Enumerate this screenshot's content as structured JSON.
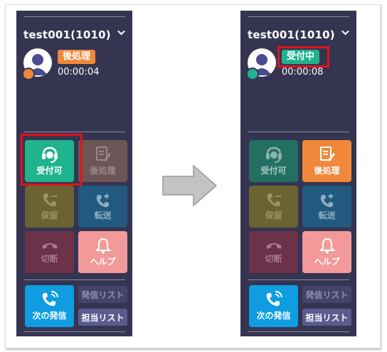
{
  "panels": [
    {
      "user": "test001(1010)",
      "status_label": "後処理",
      "status_color": "#f0873a",
      "dot_color": "#f0873a",
      "timer": "00:00:04",
      "buttons": {
        "accept": "受付可",
        "after_work": "後処理",
        "hold": "保留",
        "transfer": "転送",
        "hangup": "切断",
        "help": "ヘルプ",
        "next_call": "次の発信",
        "outgoing_list": "発信リスト",
        "assigned_list": "担当リスト"
      }
    },
    {
      "user": "test001(1010)",
      "status_label": "受付中",
      "status_color": "#1fb38e",
      "dot_color": "#1fb38e",
      "timer": "00:00:08",
      "buttons": {
        "accept": "受付可",
        "after_work": "後処理",
        "hold": "保留",
        "transfer": "転送",
        "hangup": "切断",
        "help": "ヘルプ",
        "next_call": "次の発信",
        "outgoing_list": "発信リスト",
        "assigned_list": "担当リスト"
      }
    }
  ],
  "icons": [
    "chevron-down-icon",
    "avatar-icon",
    "headset-icon",
    "edit-note-icon",
    "phone-hold-icon",
    "phone-transfer-icon",
    "hangup-icon",
    "bell-icon",
    "phone-call-icon",
    "arrow-right-icon"
  ],
  "colors": {
    "panel_bg": "#353551",
    "accept_active": "#1fb38e",
    "after_work": "#f0873a",
    "hold": "#8a7d2c",
    "transfer": "#1f5f92",
    "hangup": "#7a3049",
    "help": "#f29a9a",
    "next_call": "#0e9de0",
    "list": "#5b5b8f",
    "highlight": "#e0131b"
  }
}
